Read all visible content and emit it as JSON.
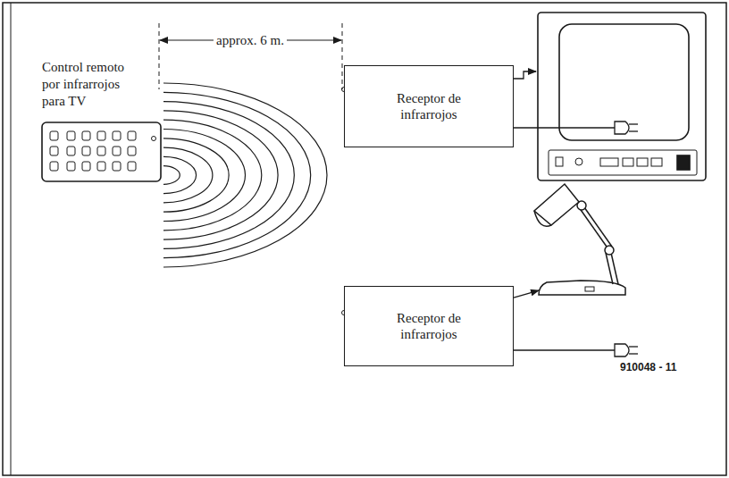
{
  "diagram": {
    "nodes": [
      {
        "text": [
          "Receptor de infrarrojos"
        ]
      },
      {
        "text": [
          "Receptor de infrarrojos"
        ]
      }
    ],
    "labels": [
      "approx. 6 m.",
      "Control remoto por infrarrojos para TV",
      "910048 - 11"
    ]
  }
}
